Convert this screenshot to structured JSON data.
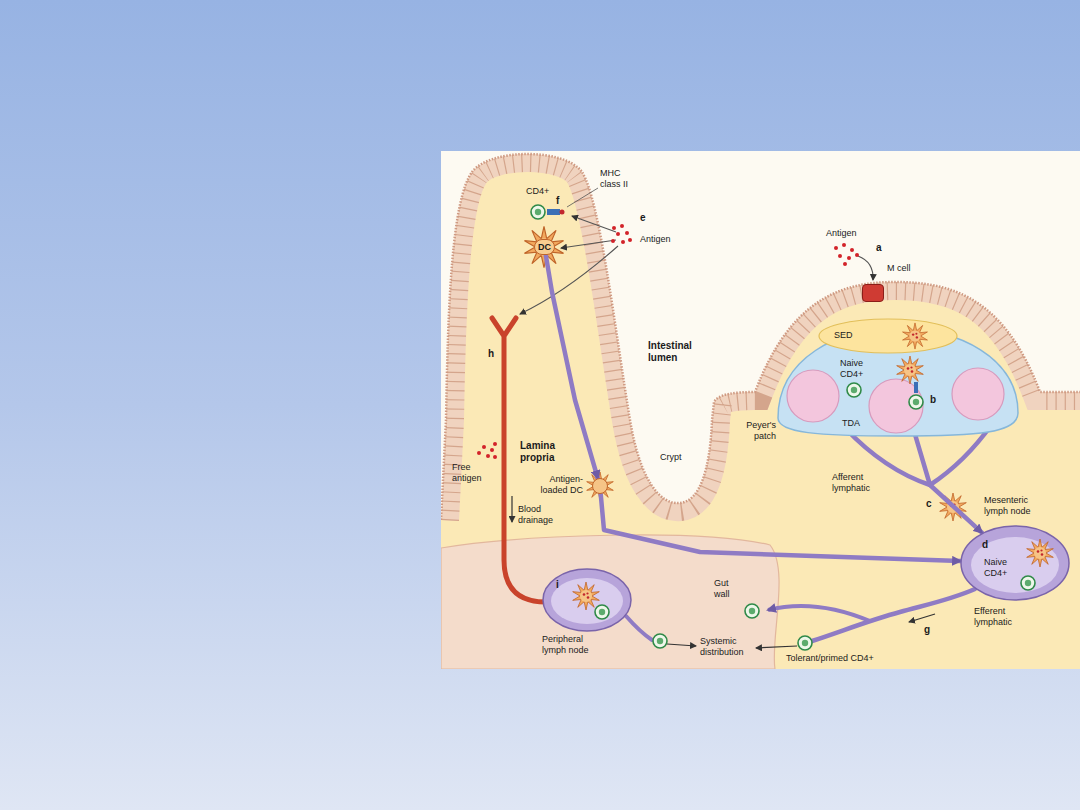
{
  "diagram": {
    "nodes": [
      {
        "text": [
          "DC"
        ]
      },
      {
        "text": [
          "M cell"
        ]
      },
      {
        "text": [
          "Peyer's patch",
          "Naive CD4+",
          "TDA"
        ]
      },
      {
        "text": [
          "SED"
        ],
        "in": 2
      },
      {
        "text": [
          "Mesenteric lymph node",
          "Naive CD4+"
        ]
      },
      {
        "text": [
          "Peripheral lymph node"
        ]
      },
      {
        "text": [
          "Antigen-loaded DC"
        ]
      }
    ],
    "edges": [
      {
        "from": 2,
        "to": 4,
        "arrow": "to",
        "label": "Afferent lymphatic"
      },
      {
        "from": 0,
        "to": 6,
        "arrow": "to"
      },
      {
        "from": 6,
        "to": 4,
        "arrow": "to"
      }
    ],
    "labels": [
      "MHC class II",
      "CD4+",
      "f",
      "e",
      "Antigen",
      "Antigen",
      "a",
      "Intestinal lumen",
      "h",
      "b",
      "Lamina propria",
      "Free antigen",
      "Crypt",
      "Blood drainage",
      "c",
      "d",
      "Gut wall",
      "g",
      "Efferent lymphatic",
      "i",
      "Systemic distribution",
      "Tolerant/primed CD4+"
    ]
  }
}
